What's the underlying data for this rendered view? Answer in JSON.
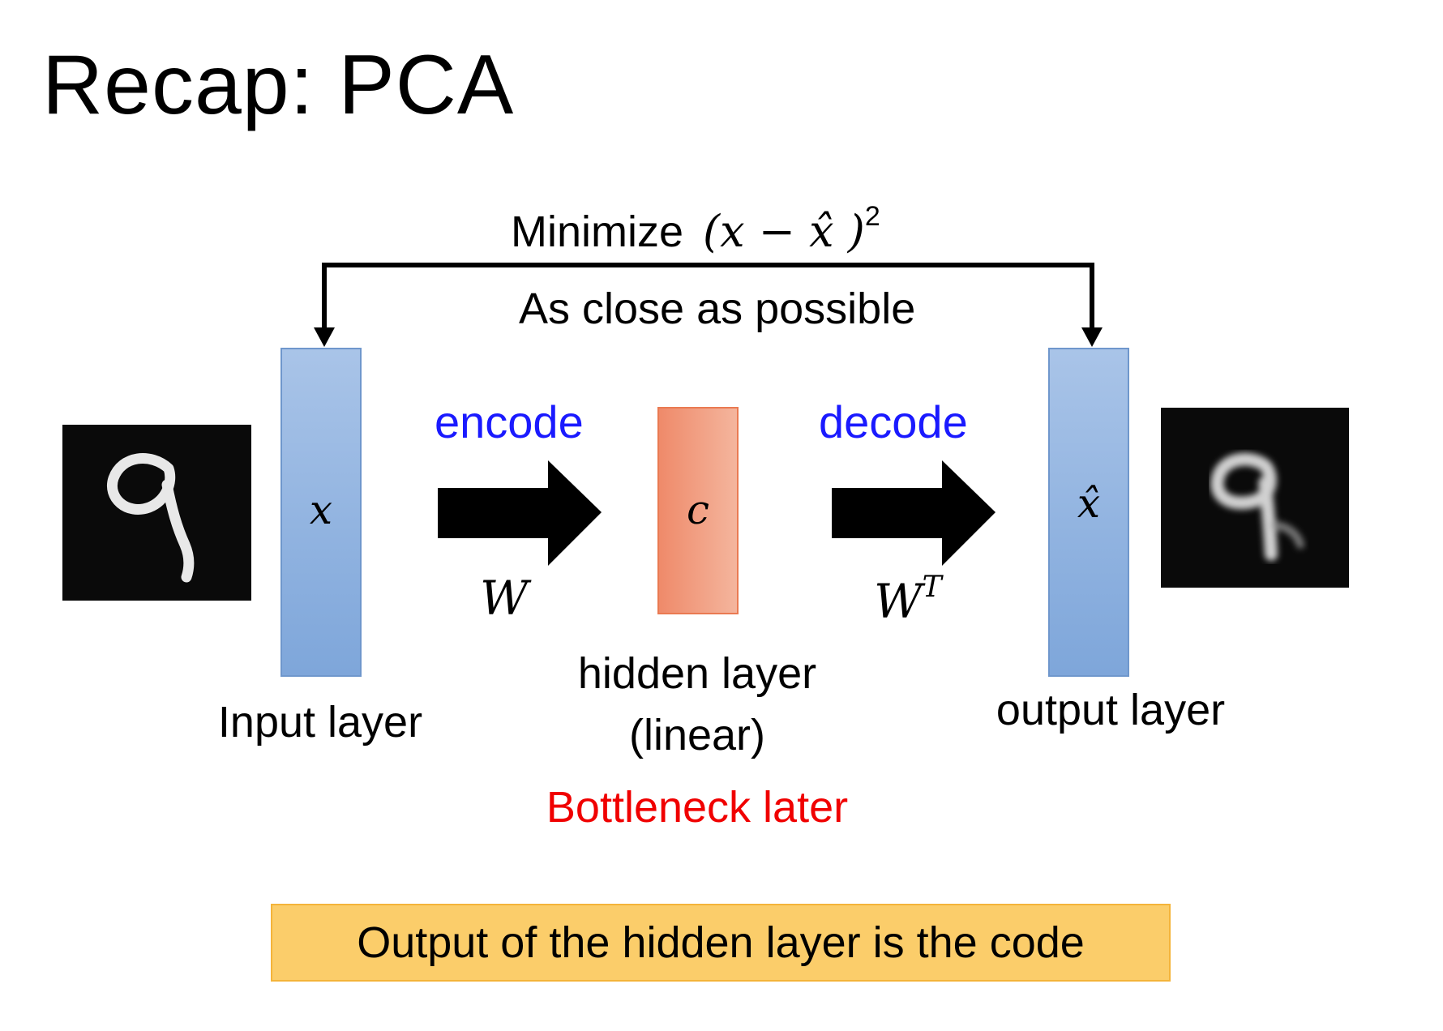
{
  "title": "Recap: PCA",
  "objective": {
    "label": "Minimize",
    "expression": "(x − x̂ )",
    "exponent": "2"
  },
  "feedback_label": "As close as possible",
  "input_layer": {
    "variable": "x",
    "caption": "Input layer"
  },
  "encode": {
    "label": "encode",
    "weight": "W",
    "color": "#1a1aff"
  },
  "hidden_layer": {
    "variable": "c",
    "caption_line1": "hidden layer",
    "caption_line2": "(linear)",
    "note": "Bottleneck later",
    "note_color": "#f00000"
  },
  "decode": {
    "label": "decode",
    "weight": "W",
    "weight_superscript": "T",
    "color": "#1a1aff"
  },
  "output_layer": {
    "variable": "x̂",
    "caption": "output layer"
  },
  "images": {
    "input": "handwritten-digit-9",
    "output": "reconstructed-digit-9-blurry"
  },
  "footer_box": {
    "text": "Output of the hidden layer is the code",
    "fill": "#fbcd6a"
  }
}
